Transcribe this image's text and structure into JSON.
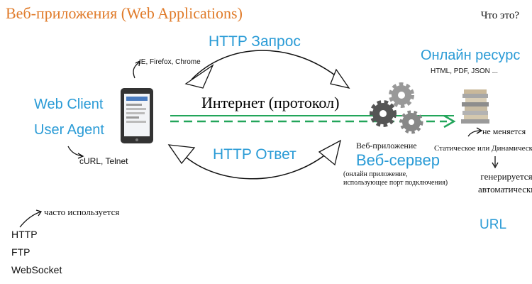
{
  "title": "Веб-приложения (Web Applications)",
  "question": "Что это?",
  "client": {
    "line1": "Web Client",
    "line2": "User Agent",
    "browsers": "IE, Firefox, Chrome",
    "tools": "cURL, Telnet"
  },
  "http_request": "HTTP Запрос",
  "http_response": "HTTP Ответ",
  "internet": "Интернет (протокол)",
  "resource": {
    "title": "Онлайн ресурс",
    "formats": "HTML, PDF, JSON ...",
    "unchanged": "не меняется",
    "static_dynamic": "Статическое или Динамическое",
    "generated": "генерируется автоматически"
  },
  "server": {
    "webapp": "Веб-приложение",
    "title": "Веб-сервер",
    "note_line1": "(онлайн приложение,",
    "note_line2": "использующее порт подключения)"
  },
  "url": "URL",
  "protocols": {
    "note": "часто используется",
    "items": [
      "HTTP",
      "FTP",
      "WebSocket"
    ]
  },
  "colors": {
    "title": "#e07b2a",
    "accent_blue": "#2a9bd6",
    "dashed_line": "#22a55a"
  }
}
